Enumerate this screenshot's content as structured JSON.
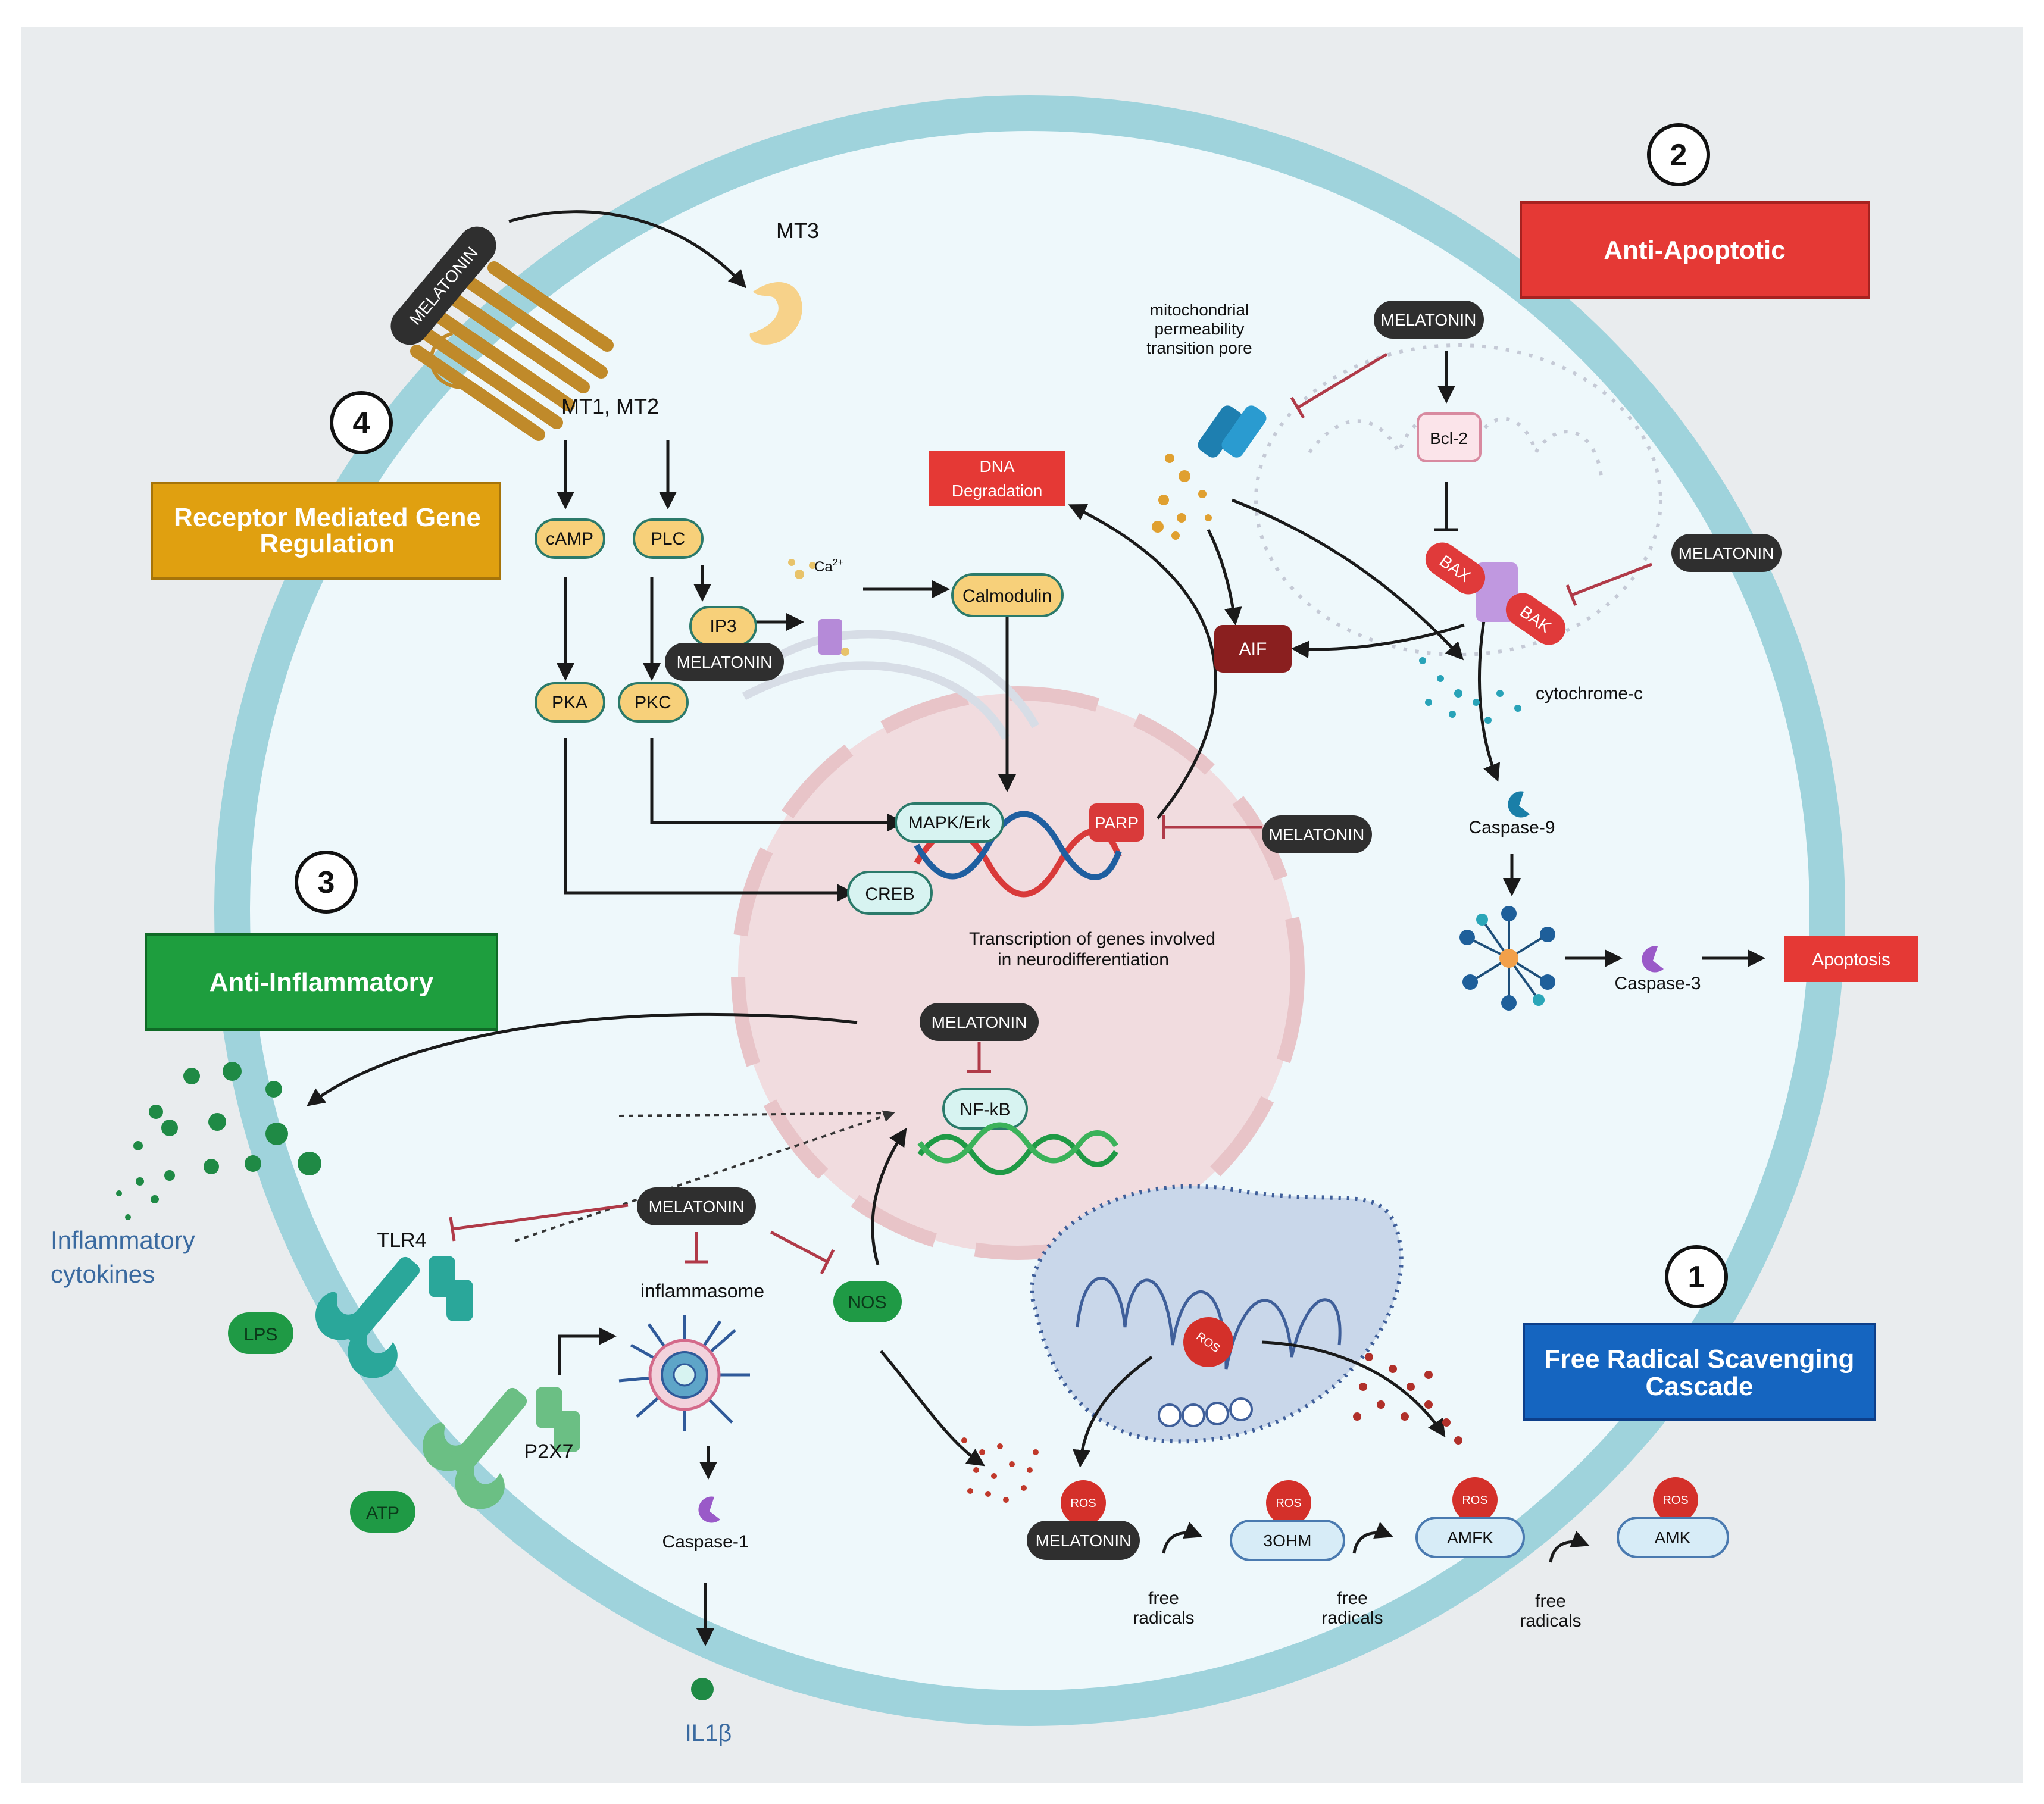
{
  "sections": {
    "free_radical": {
      "number": "1",
      "title_line1": "Free Radical Scavenging",
      "title_line2": "Cascade",
      "color": "#1565c0"
    },
    "anti_apoptotic": {
      "number": "2",
      "title": "Anti-Apoptotic",
      "color": "#e53935"
    },
    "anti_inflammatory": {
      "number": "3",
      "title": "Anti-Inflammatory",
      "color": "#1e9e3e"
    },
    "receptor": {
      "number": "4",
      "title_line1": "Receptor Mediated Gene",
      "title_line2": "Regulation",
      "color": "#e0a010"
    }
  },
  "molecules": {
    "melatonin": "MELATONIN",
    "mt3": "MT3",
    "mt1_mt2": "MT1, MT2",
    "camp": "cAMP",
    "plc": "PLC",
    "ip3": "IP3",
    "pka": "PKA",
    "pkc": "PKC",
    "calcium": "Ca",
    "calcium_sup": "2+",
    "calmodulin": "Calmodulin",
    "dna_degradation_line1": "DNA",
    "dna_degradation_line2": "Degradation",
    "mapk_erk": "MAPK/Erk",
    "parp": "PARP",
    "creb": "CREB",
    "transcription_line1": "Transcription of genes involved",
    "transcription_line2": "in neurodifferentiation",
    "nfkb": "NF-kB",
    "mptp_line1": "mitochondrial",
    "mptp_line2": "permeability",
    "mptp_line3": "transition pore",
    "bcl2": "Bcl-2",
    "bax": "BAX",
    "bak": "BAK",
    "aif": "AIF",
    "cytochrome_c": "cytochrome-c",
    "caspase9": "Caspase-9",
    "caspase3": "Caspase-3",
    "apoptosis": "Apoptosis",
    "inflammatory_line1": "Inflammatory",
    "inflammatory_line2": "cytokines",
    "tlr4": "TLR4",
    "lps": "LPS",
    "p2x7": "P2X7",
    "atp": "ATP",
    "inflammasome": "inflammasome",
    "caspase1": "Caspase-1",
    "il1b": "IL1β",
    "nos": "NOS",
    "ros": "ROS",
    "ohm": "3OHM",
    "amfk": "AMFK",
    "amk": "AMK",
    "free_radicals_line1": "free",
    "free_radicals_line2": "radicals"
  },
  "colors": {
    "background": "#e9ecee",
    "cell_fill": "#eef8fb",
    "cell_membrane": "#9fd3dc",
    "nucleus_fill": "#f1dcdf",
    "nucleus_border": "#e8c4c8",
    "pill_dark": "#2f2f2f",
    "pill_yellow": "#f7d07a",
    "pill_teal": "#d7f3f1",
    "pill_red": "#d93a3a",
    "pill_green": "#1f9a45",
    "inhibit": "#b03a48"
  }
}
